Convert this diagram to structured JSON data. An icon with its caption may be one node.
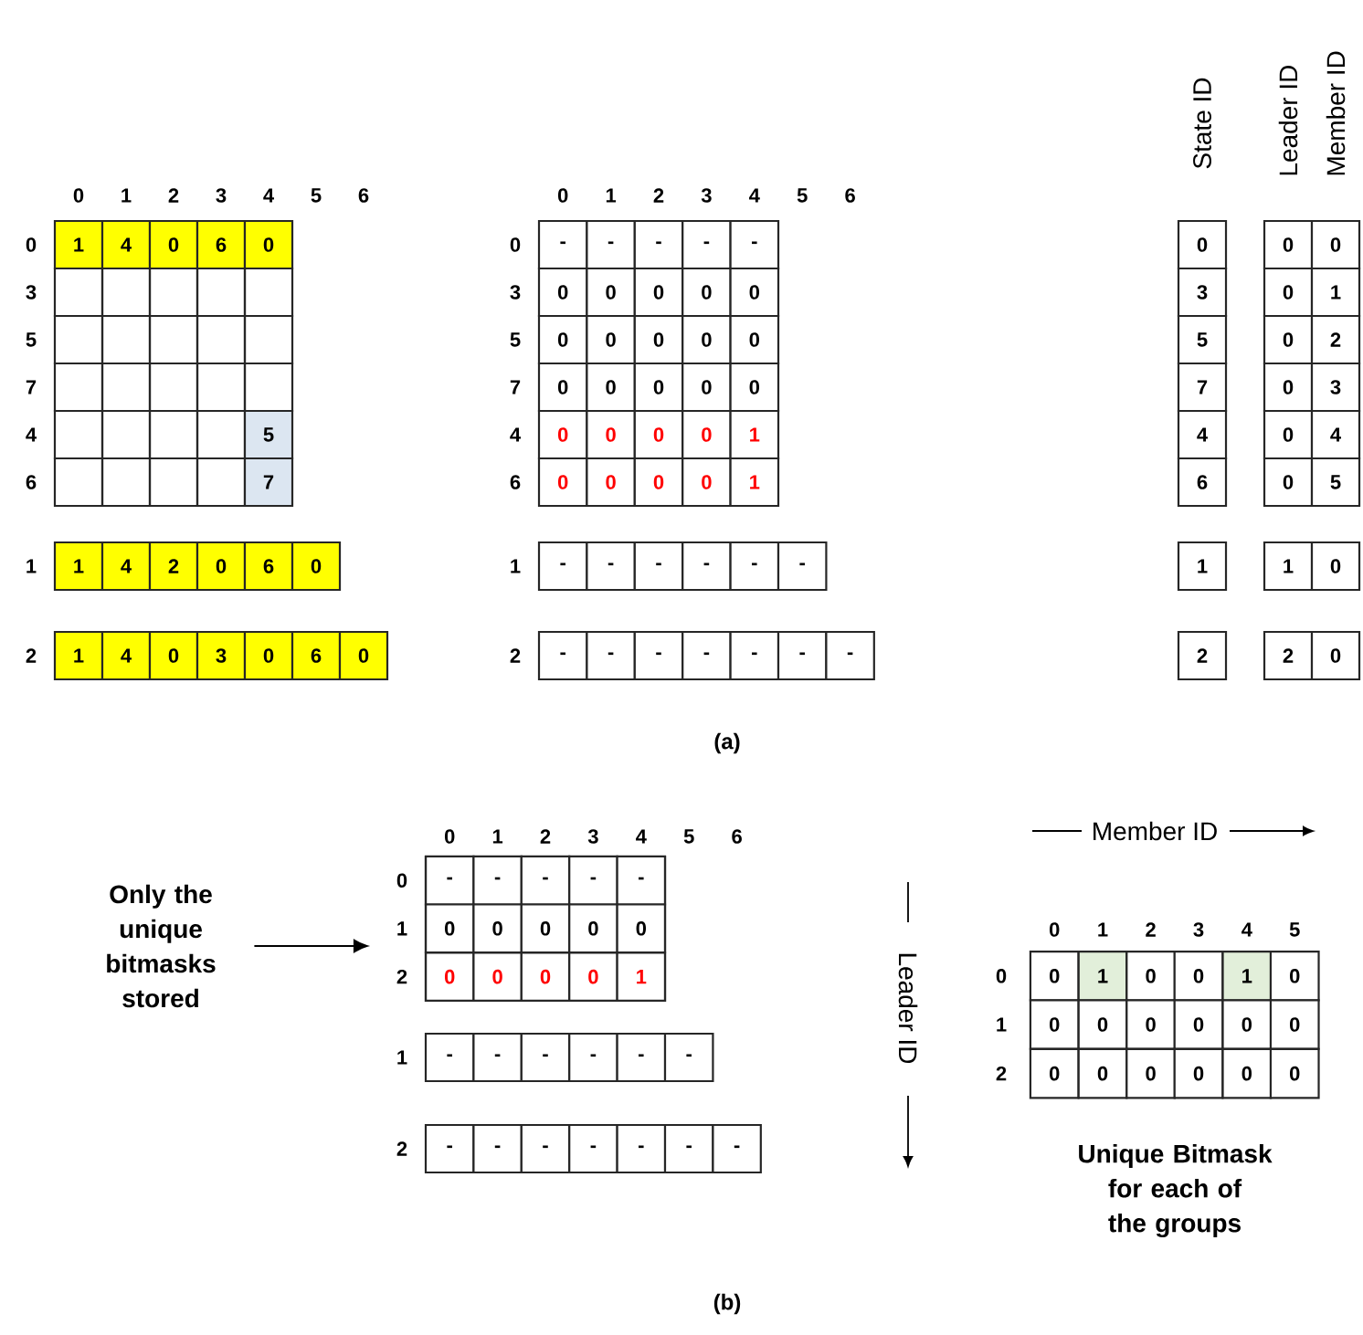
{
  "diagram": {
    "nodes": [
      {
        "text": [
          "Only the unique bitmasks stored"
        ]
      },
      {
        "text": [],
        "shape": "box"
      }
    ],
    "edges": [
      {
        "from": 0,
        "to": 1,
        "arrow": "to"
      }
    ],
    "labels": [
      "0",
      "1",
      "2",
      "3",
      "4",
      "5",
      "6",
      "0",
      "1",
      "4",
      "0",
      "6",
      "0",
      "3",
      "5",
      "7",
      "4",
      "5",
      "6",
      "7",
      "1",
      "1",
      "4",
      "2",
      "0",
      "6",
      "0",
      "2",
      "1",
      "4",
      "0",
      "3",
      "0",
      "6",
      "0",
      "0",
      "1",
      "2",
      "3",
      "4",
      "5",
      "6",
      "0",
      "-",
      "-",
      "-",
      "-",
      "-",
      "3",
      "0",
      "0",
      "0",
      "0",
      "0",
      "5",
      "0",
      "0",
      "0",
      "0",
      "0",
      "7",
      "0",
      "0",
      "0",
      "0",
      "0",
      "4",
      "0",
      "0",
      "0",
      "0",
      "1",
      "6",
      "0",
      "0",
      "0",
      "0",
      "1",
      "1",
      "-",
      "-",
      "-",
      "-",
      "-",
      "-",
      "2",
      "-",
      "-",
      "-",
      "-",
      "-",
      "-",
      "-",
      "State ID",
      "Leader ID",
      "Member ID",
      "0",
      "0",
      "0",
      "3",
      "0",
      "1",
      "5",
      "0",
      "2",
      "7",
      "0",
      "3",
      "4",
      "0",
      "4",
      "6",
      "0",
      "5",
      "1",
      "1",
      "0",
      "2",
      "2",
      "0",
      "(a)",
      "0",
      "1",
      "2",
      "3",
      "4",
      "5",
      "6",
      "0",
      "-",
      "-",
      "-",
      "-",
      "-",
      "1",
      "0",
      "0",
      "0",
      "0",
      "0",
      "2",
      "0",
      "0",
      "0",
      "0",
      "1",
      "1",
      "-",
      "-",
      "-",
      "-",
      "-",
      "-",
      "2",
      "-",
      "-",
      "-",
      "-",
      "-",
      "-",
      "-",
      "Member ID",
      "Leader ID",
      "0",
      "1",
      "2",
      "3",
      "4",
      "5",
      "0",
      "0",
      "1",
      "0",
      "0",
      "1",
      "0",
      "1",
      "0",
      "0",
      "0",
      "0",
      "0",
      "0",
      "2",
      "0",
      "0",
      "0",
      "0",
      "0",
      "0",
      "Unique Bitmask for each of the groups",
      "(b)"
    ]
  }
}
